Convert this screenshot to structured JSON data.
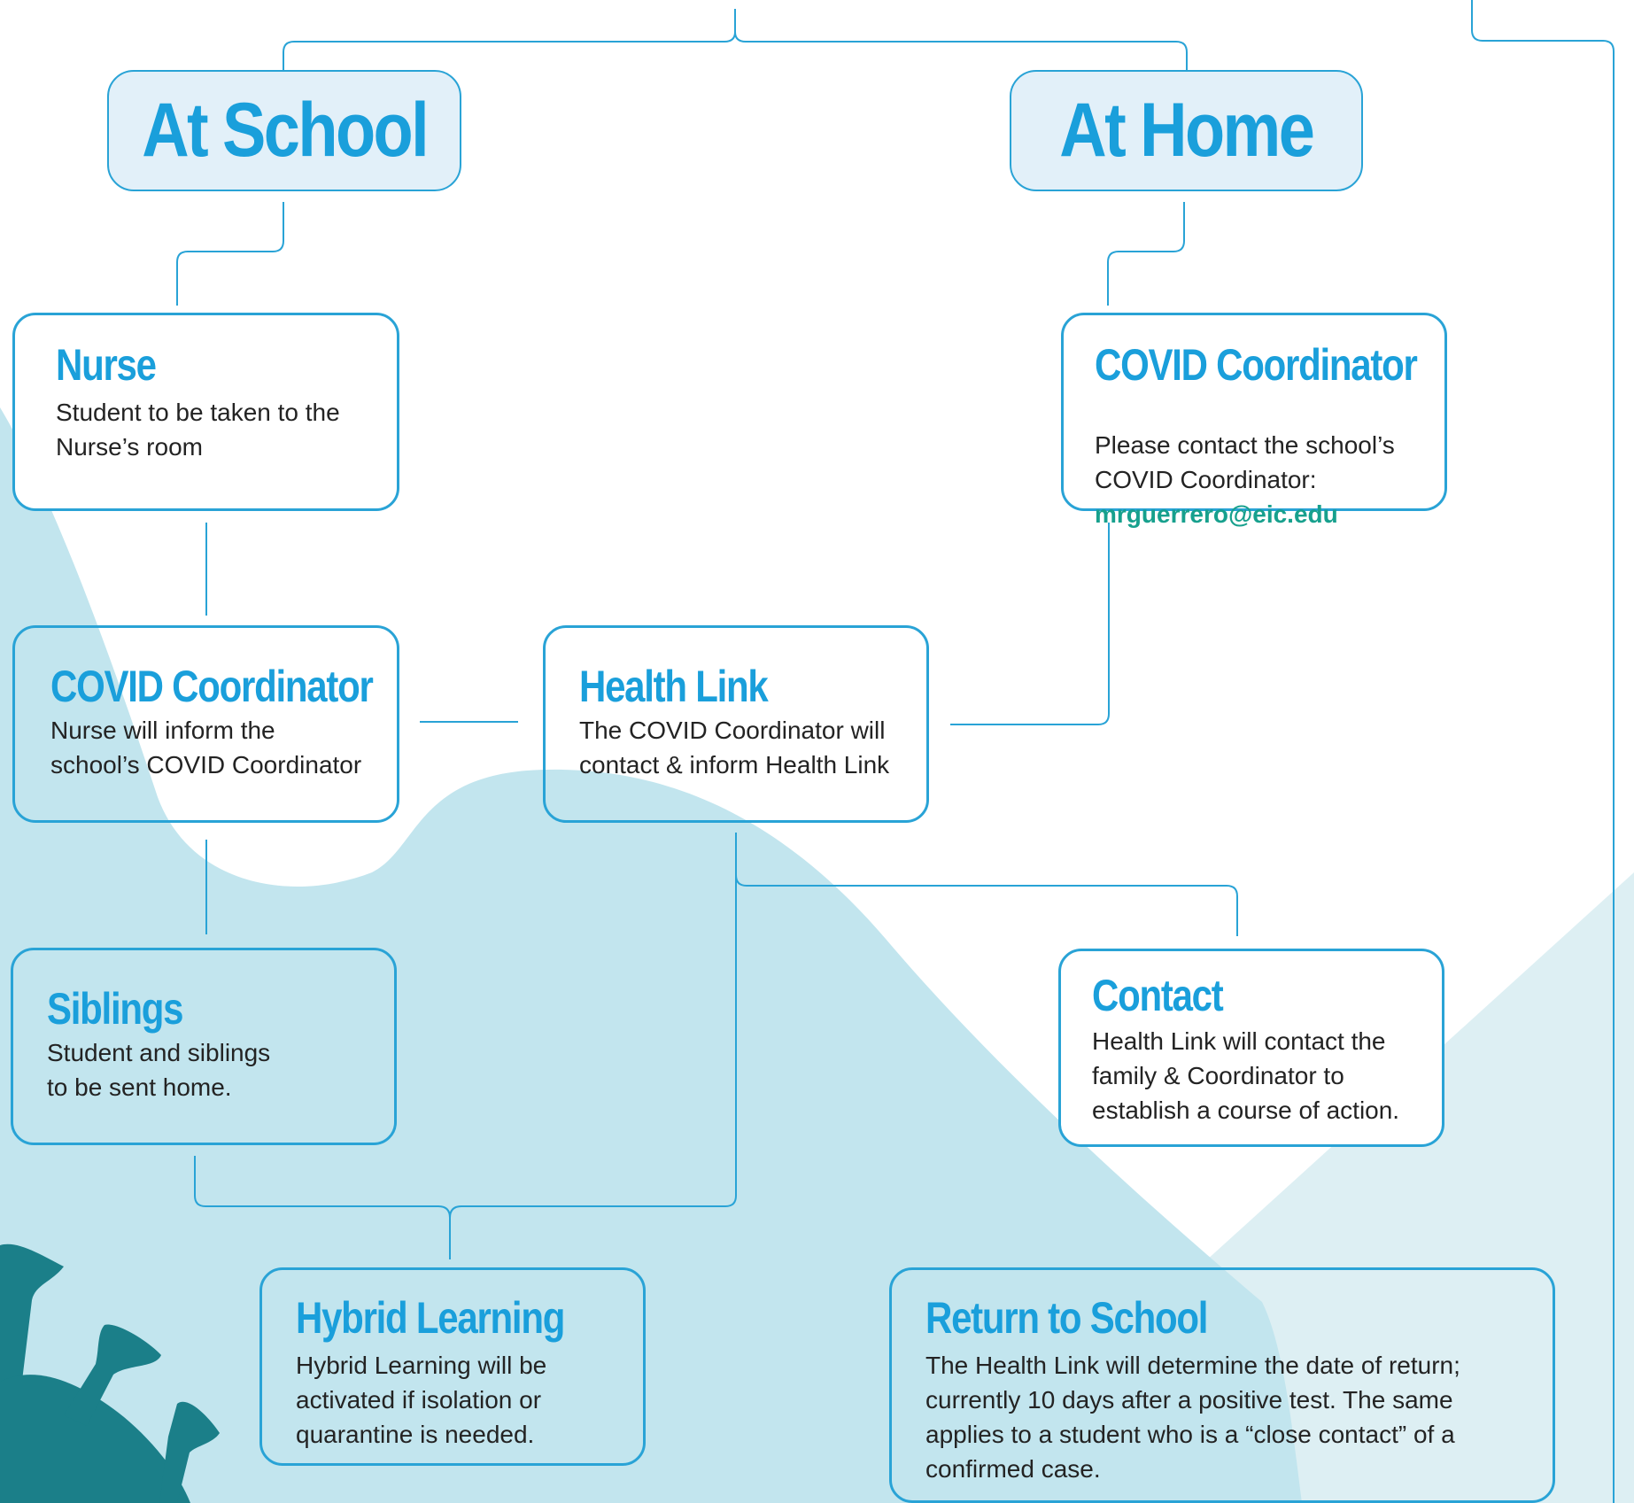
{
  "colors": {
    "accent": "#1a9fdb",
    "border": "#29a3d6",
    "header_fill": "#e2f0f9",
    "text": "#232323",
    "email": "#17a08d",
    "background_light_blue": "#c2e5ee",
    "background_pale_blue": "#ddeff3",
    "virus_teal": "#1b7f89"
  },
  "headers": {
    "at_school": "At School",
    "at_home": "At Home"
  },
  "nodes": {
    "nurse": {
      "title": "Nurse",
      "body": "Student to be taken to the\nNurse’s room"
    },
    "covid_coordinator_home": {
      "title": "COVID Coordinator",
      "body": "Please contact the school’s\nCOVID Coordinator:",
      "email": "mrguerrero@eic.edu"
    },
    "covid_coordinator_school": {
      "title": "COVID Coordinator",
      "body": "Nurse will inform the\nschool’s COVID Coordinator"
    },
    "health_link": {
      "title": "Health Link",
      "body": "The COVID Coordinator will\ncontact & inform Health Link"
    },
    "siblings": {
      "title": "Siblings",
      "body": "Student and siblings\nto be sent home."
    },
    "contact": {
      "title": "Contact",
      "body": "Health Link will contact the\nfamily & Coordinator to\nestablish a course of action."
    },
    "hybrid_learning": {
      "title": "Hybrid Learning",
      "body": "Hybrid Learning will be\nactivated if isolation or\nquarantine is needed."
    },
    "return_to_school": {
      "title": "Return to School",
      "body": "The Health Link will determine the date of return;\ncurrently 10 days after a positive test. The same\napplies to a student who is a “close contact” of a\nconfirmed case."
    }
  },
  "decorations": {
    "virus": "virus-icon"
  }
}
